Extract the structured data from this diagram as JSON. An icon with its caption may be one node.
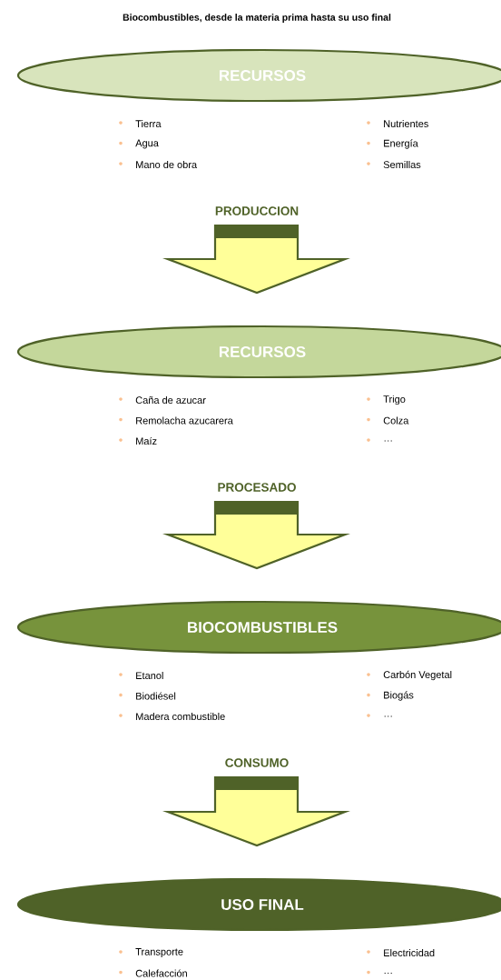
{
  "diagram": {
    "title": "Biocombustibles, desde la materia prima hasta su uso final",
    "nodes": [
      {
        "text": [
          "RECURSOS"
        ],
        "beside": [
          "Tierra",
          "Agua",
          "Mano de obra",
          "Nutrientes",
          "Energía",
          "Semillas"
        ]
      },
      {
        "text": [
          "RECURSOS"
        ],
        "beside": [
          "Caña de azucar",
          "Remolacha azucarera",
          "Maíz",
          "Trigo",
          "Colza",
          "…"
        ]
      },
      {
        "text": [
          "BIOCOMBUSTIBLES"
        ],
        "beside": [
          "Etanol",
          "Biodiésel",
          "Madera combustible",
          "Carbón Vegetal",
          "Biogás",
          "…"
        ]
      },
      {
        "text": [
          "USO FINAL"
        ],
        "beside": [
          "Transporte",
          "Calefacción",
          "Electricidad",
          "…"
        ]
      }
    ],
    "edges": [
      {
        "from": 0,
        "to": 1,
        "arrow": "to",
        "label": "PRODUCCION"
      },
      {
        "from": 1,
        "to": 2,
        "arrow": "to",
        "label": "PROCESADO"
      },
      {
        "from": 2,
        "to": 3,
        "arrow": "to",
        "label": "CONSUMO"
      }
    ]
  }
}
